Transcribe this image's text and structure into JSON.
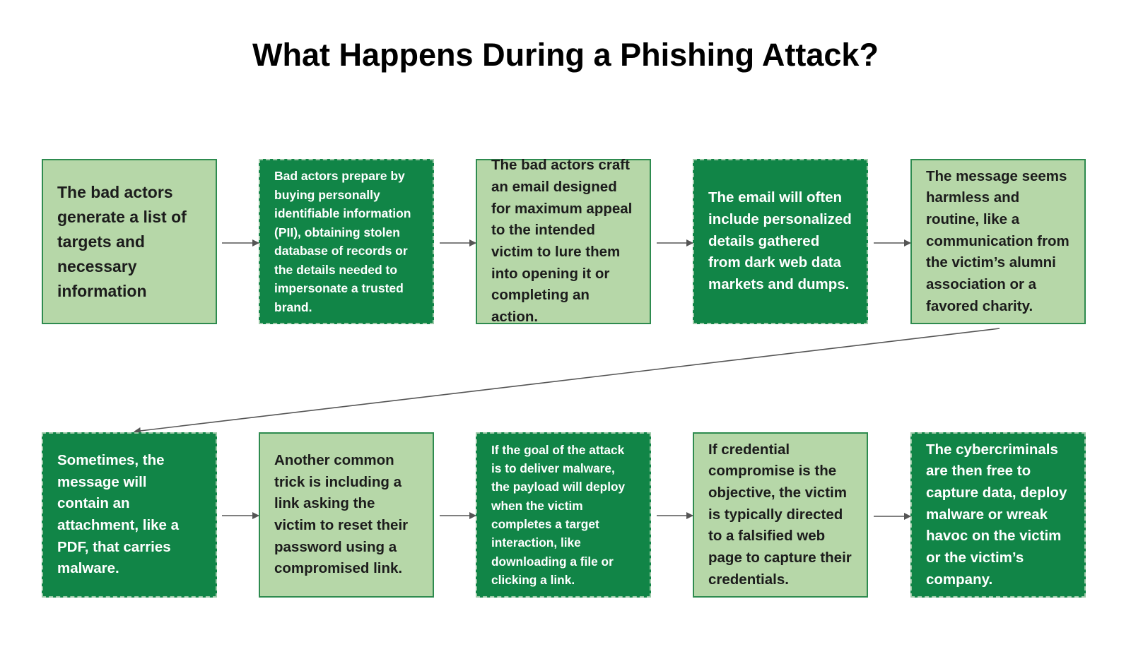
{
  "title": "What Happens During a Phishing Attack?",
  "colors": {
    "light_fill": "#b6d7a8",
    "light_border": "#2e8b4f",
    "dark_fill": "#118547",
    "dark_border": "#9dc9a8",
    "arrow": "#555555"
  },
  "steps": [
    {
      "text": "The bad actors generate a list of targets and necessary information",
      "style": "light"
    },
    {
      "text": "Bad actors  prepare by buying personally identifiable information (PII), obtaining stolen database of records or the details needed to impersonate a trusted brand.",
      "style": "dark"
    },
    {
      "text": "The bad actors craft an email designed for maximum appeal to the intended victim to lure them into opening it or completing an action.",
      "style": "light"
    },
    {
      "text": "The email will often include personalized details gathered from dark web data markets and dumps.",
      "style": "dark"
    },
    {
      "text": "The message seems harmless and routine, like a communication from the victim’s alumni association or a favored charity.",
      "style": "light"
    },
    {
      "text": "Sometimes, the message will contain an attachment, like a PDF, that carries malware.",
      "style": "dark"
    },
    {
      "text": "Another common trick is including a link asking the victim to reset their password using a compromised link.",
      "style": "light"
    },
    {
      "text": "If the goal of the attack is to deliver malware, the payload will deploy when the victim completes a target interaction, like downloading a file or clicking a link.",
      "style": "dark"
    },
    {
      "text": "If credential compromise is the objective, the victim is typically directed to a falsified web page to capture their credentials.",
      "style": "light"
    },
    {
      "text": "The cybercriminals are then free to capture data, deploy malware or wreak havoc on the victim or the victim’s company.",
      "style": "dark"
    }
  ]
}
